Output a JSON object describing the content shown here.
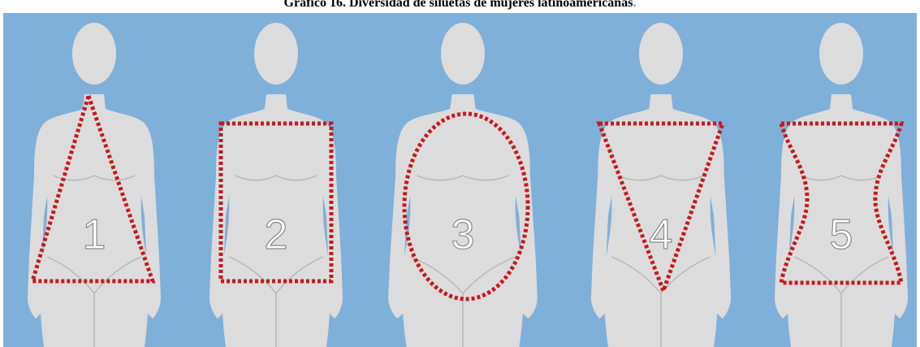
{
  "title": {
    "text": "Gráfico 16. Diversidad de siluetas de mujeres latinoamericanas",
    "trailing": "."
  },
  "colors": {
    "background": "#7fb0d9",
    "silhouette": "#dcdcdc",
    "outline": "#b5b5b5",
    "shape_stroke": "#c8191e",
    "accent": "#5b9bd5"
  },
  "figures": [
    {
      "number": "1",
      "shape": "triangle"
    },
    {
      "number": "2",
      "shape": "rectangle"
    },
    {
      "number": "3",
      "shape": "oval"
    },
    {
      "number": "4",
      "shape": "inverted-triangle"
    },
    {
      "number": "5",
      "shape": "hourglass"
    }
  ]
}
